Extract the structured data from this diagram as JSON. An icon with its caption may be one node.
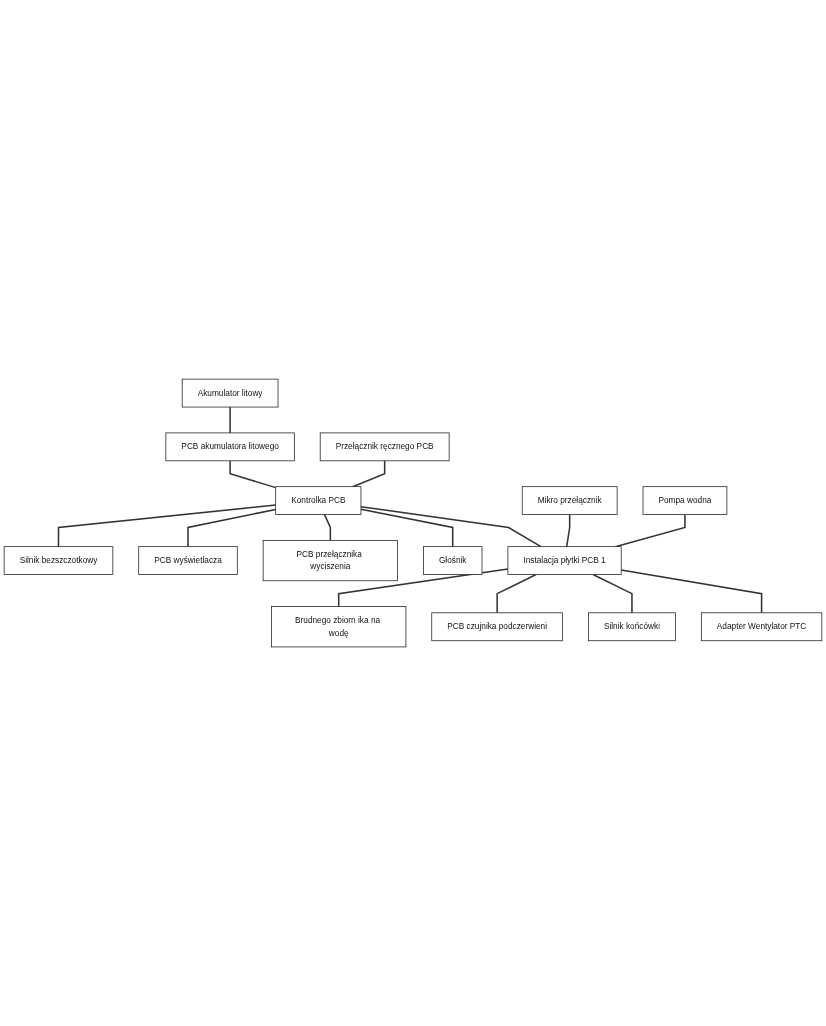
{
  "diagram": {
    "nodes": [
      {
        "text": [
          "Akumulator litowy"
        ]
      },
      {
        "text": [
          "PCB akumulatora litowego"
        ]
      },
      {
        "text": [
          "Przełącznik ręcznego PCB"
        ]
      },
      {
        "text": [
          "Kontrolka PCB"
        ]
      },
      {
        "text": [
          "Silnik bezszczotkowy"
        ]
      },
      {
        "text": [
          "PCB wyświetlacza"
        ]
      },
      {
        "text": [
          "PCB przełącznika wyciszenia"
        ]
      },
      {
        "text": [
          "Głośnik"
        ]
      },
      {
        "text": [
          "Mikro przełącznik"
        ]
      },
      {
        "text": [
          "Instalacja płytki PCB 1"
        ]
      },
      {
        "text": [
          "Brudnego zbiorn ika na wodę"
        ]
      },
      {
        "text": [
          "Pompa wodna"
        ]
      },
      {
        "text": [
          "PCB czujnika podczerwieni"
        ]
      },
      {
        "text": [
          "Silnik końcówki"
        ]
      },
      {
        "text": [
          "Adapter Wentylator PTC"
        ]
      }
    ],
    "edges": [
      {
        "from": 0,
        "to": 1,
        "arrow": "none"
      },
      {
        "from": 1,
        "to": 3,
        "arrow": "none"
      },
      {
        "from": 2,
        "to": 3,
        "arrow": "none"
      },
      {
        "from": 3,
        "to": 4,
        "arrow": "none"
      },
      {
        "from": 3,
        "to": 5,
        "arrow": "none"
      },
      {
        "from": 3,
        "to": 6,
        "arrow": "none"
      },
      {
        "from": 3,
        "to": 7,
        "arrow": "none"
      },
      {
        "from": 3,
        "to": 9,
        "arrow": "none"
      },
      {
        "from": 8,
        "to": 9,
        "arrow": "none"
      },
      {
        "from": 9,
        "to": 10,
        "arrow": "none"
      },
      {
        "from": 11,
        "to": 9,
        "arrow": "none"
      },
      {
        "from": 9,
        "to": 12,
        "arrow": "none"
      },
      {
        "from": 9,
        "to": 13,
        "arrow": "none"
      },
      {
        "from": 9,
        "to": 14,
        "arrow": "none"
      }
    ]
  }
}
